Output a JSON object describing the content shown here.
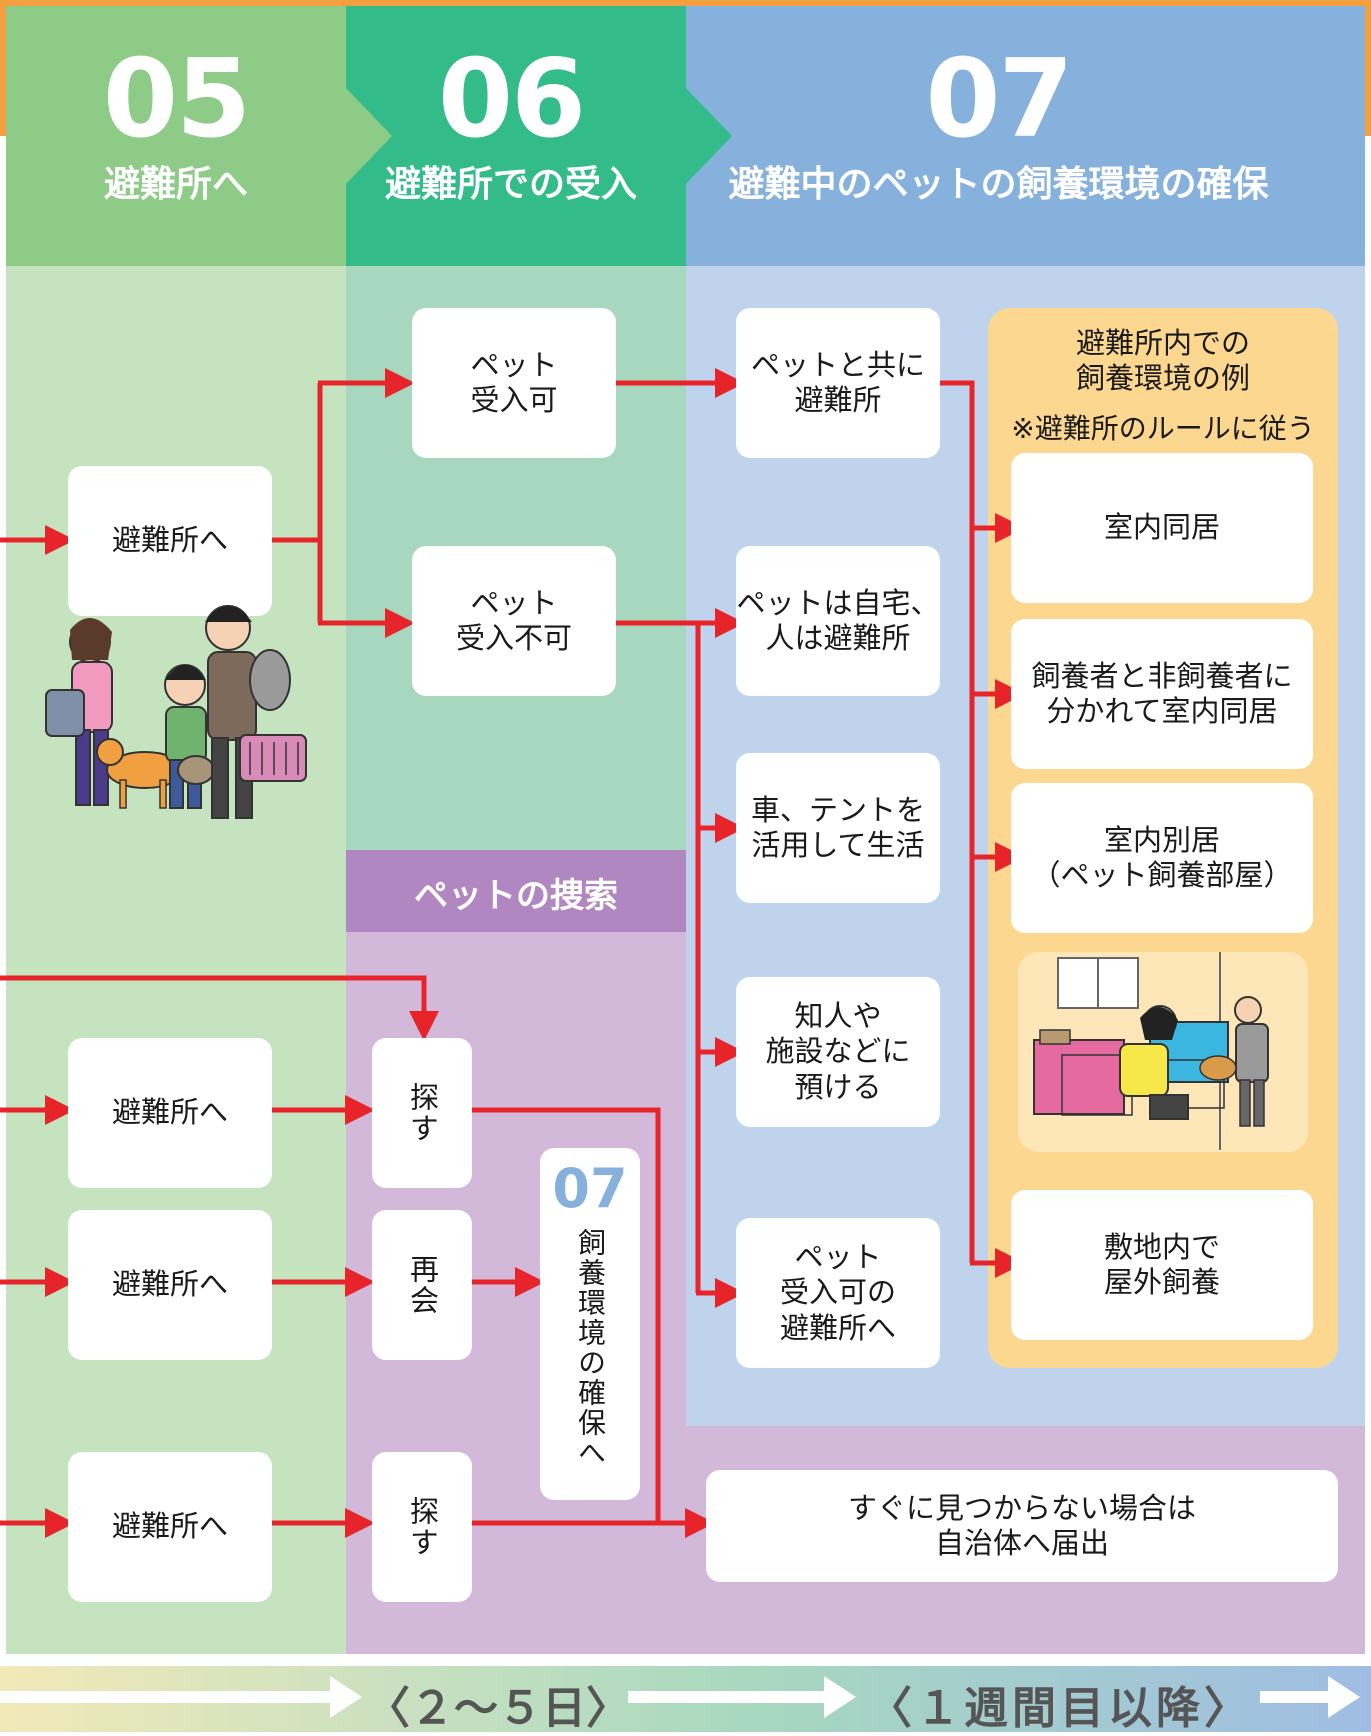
{
  "colors": {
    "orange": "#f4a041",
    "green_header": "#8dcb86",
    "green_body": "#c6e3bf",
    "teal_header": "#33bb8a",
    "teal_body": "#a7d8bf",
    "blue_header": "#86b1dd",
    "blue_body": "#bfd3ec",
    "purple_header": "#b187c1",
    "purple_body": "#d3b9d9",
    "yellow_panel": "#fcd790",
    "arrow_red": "#e8242b"
  },
  "header": {
    "col05": {
      "number": "05",
      "title": "避難所へ"
    },
    "col06": {
      "number": "06",
      "title": "避難所での受入"
    },
    "col07": {
      "number": "07",
      "title": "避難中のペットの飼養環境の確保"
    }
  },
  "col05": {
    "box1": "避難所へ",
    "box2": "避難所へ",
    "box3": "避難所へ",
    "box4": "避難所へ"
  },
  "col06": {
    "accept": "ペット\n受入可",
    "reject": "ペット\n受入不可"
  },
  "search": {
    "header": "ペットの捜索",
    "search1": "探す",
    "reunite": "再会",
    "search2": "探す",
    "ref_number": "07",
    "ref_text": "飼養環境の確保へ"
  },
  "col07": {
    "options": [
      "ペットと共に\n避難所",
      "ペットは自宅、\n人は避難所",
      "車、テントを\n活用して生活",
      "知人や\n施設などに\n預ける",
      "ペット\n受入可の\n避難所へ"
    ],
    "panel": {
      "title": "避難所内での\n飼養環境の例",
      "note": "※避難所のルールに従う",
      "items": [
        "室内同居",
        "飼養者と非飼養者に\n分かれて室内同居",
        "室内別居\n（ペット飼養部屋）",
        "敷地内で\n屋外飼養"
      ]
    },
    "report": "すぐに見つからない場合は\n自治体へ届出"
  },
  "timeline": {
    "label1": "〈２〜５日〉",
    "label2": "〈１週間目以降〉"
  }
}
